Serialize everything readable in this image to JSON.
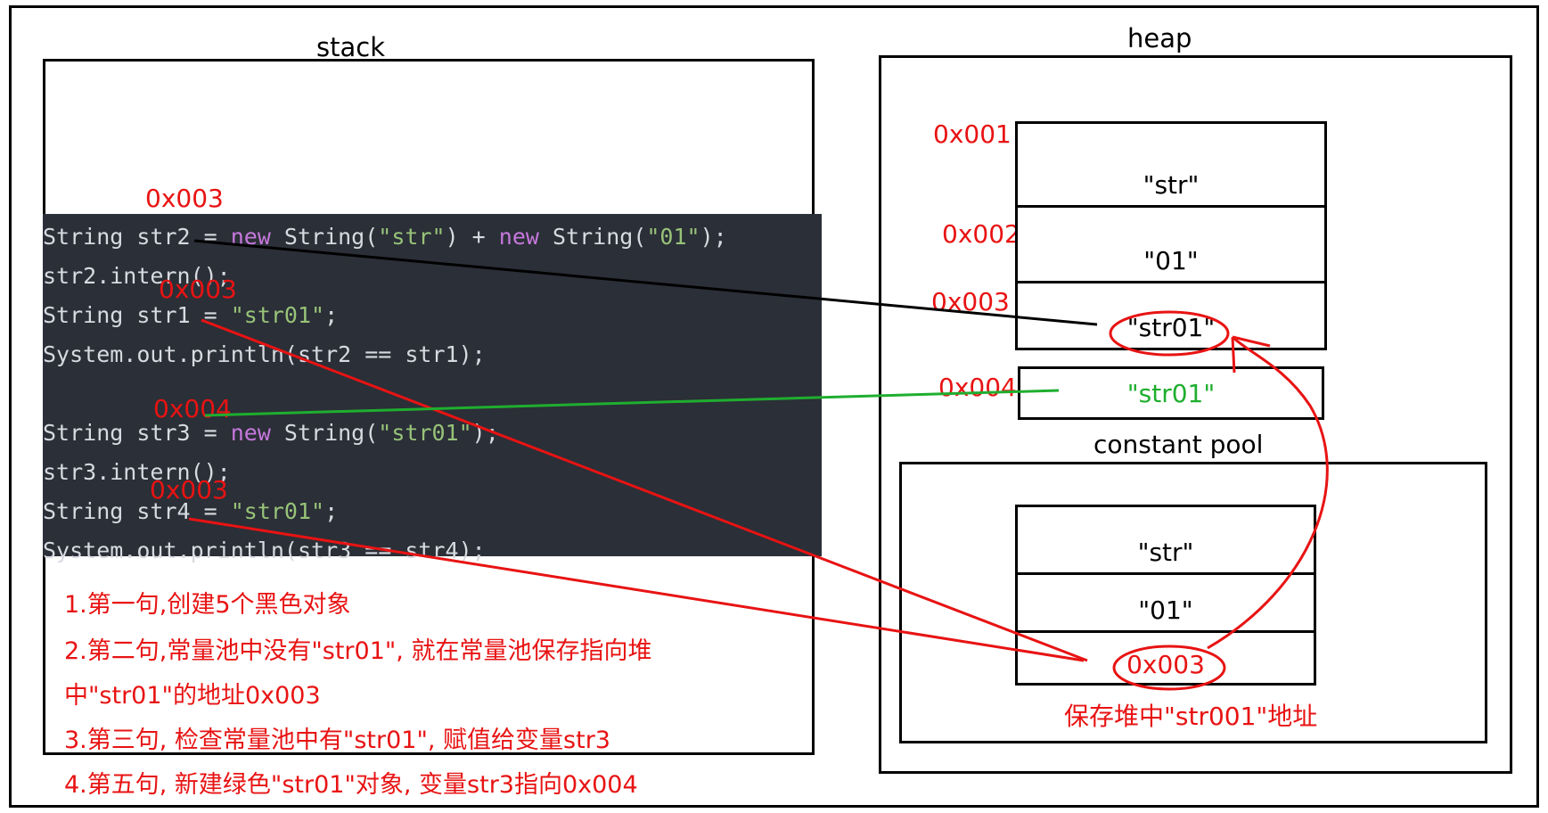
{
  "stack": {
    "label": "stack",
    "code_lines": [
      [
        {
          "t": "String str2 = ",
          "c": "plain"
        },
        {
          "t": "new",
          "c": "kw"
        },
        {
          "t": " String(",
          "c": "plain"
        },
        {
          "t": "\"str\"",
          "c": "str"
        },
        {
          "t": ") + ",
          "c": "plain"
        },
        {
          "t": "new",
          "c": "kw"
        },
        {
          "t": " String(",
          "c": "plain"
        },
        {
          "t": "\"01\"",
          "c": "str"
        },
        {
          "t": ");",
          "c": "plain"
        }
      ],
      [
        {
          "t": "str2.intern();",
          "c": "plain"
        }
      ],
      [
        {
          "t": "String str1 = ",
          "c": "plain"
        },
        {
          "t": "\"str01\"",
          "c": "str"
        },
        {
          "t": ";",
          "c": "plain"
        }
      ],
      [
        {
          "t": "System.out.println(str2 == str1);",
          "c": "plain"
        }
      ],
      [],
      [
        {
          "t": "String str3 = ",
          "c": "plain"
        },
        {
          "t": "new",
          "c": "kw"
        },
        {
          "t": " String(",
          "c": "plain"
        },
        {
          "t": "\"str01\"",
          "c": "str"
        },
        {
          "t": ");",
          "c": "plain"
        }
      ],
      [
        {
          "t": "str3.intern();",
          "c": "plain"
        }
      ],
      [
        {
          "t": "String str4 = ",
          "c": "plain"
        },
        {
          "t": "\"str01\"",
          "c": "str"
        },
        {
          "t": ";",
          "c": "plain"
        }
      ],
      [
        {
          "t": "System.out.println(str3 == str4);",
          "c": "plain"
        }
      ]
    ],
    "var_addresses": {
      "str2": "0x003",
      "str1": "0x003",
      "str3": "0x004",
      "str4": "0x003"
    },
    "notes": [
      "1.第一句,创建5个黑色对象",
      "2.第二句,常量池中没有\"str01\", 就在常量池保存指向堆",
      "中\"str01\"的地址0x003",
      "3.第三句, 检查常量池中有\"str01\", 赋值给变量str3",
      "4.第五句, 新建绿色\"str01\"对象, 变量str3指向0x004"
    ]
  },
  "heap": {
    "label": "heap",
    "objects": [
      {
        "addr": "0x001",
        "value": "\"str\""
      },
      {
        "addr": "0x002",
        "value": "\"01\""
      },
      {
        "addr": "0x003",
        "value": "\"str01\""
      },
      {
        "addr": "0x004",
        "value": "\"str01\""
      }
    ],
    "constant_pool": {
      "label": "constant pool",
      "entries": [
        "\"str\"",
        "\"01\"",
        "0x003"
      ],
      "note": "保存堆中\"str001\"地址"
    }
  },
  "colors": {
    "annotation": "#e81313",
    "green_object": "#1fae2f",
    "code_bg": "#2b2f37",
    "keyword": "#c678dd",
    "string": "#98c379"
  }
}
